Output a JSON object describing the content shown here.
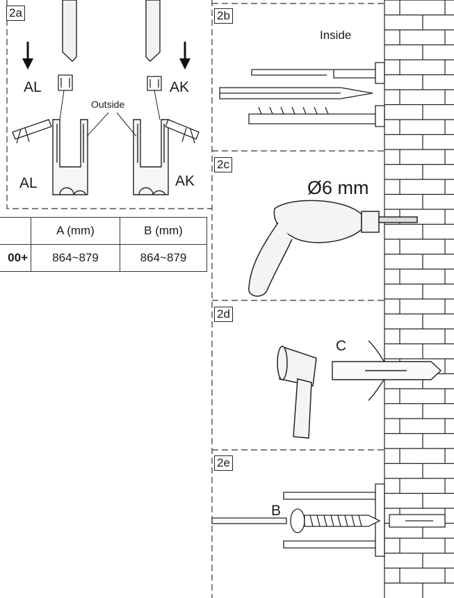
{
  "panels": {
    "p2a": {
      "tag": "2a",
      "label_left_clip": "AL",
      "label_right_clip": "AK",
      "label_outside": "Outside",
      "label_left_bracket": "AL",
      "label_right_bracket": "AK"
    },
    "p2b": {
      "tag": "2b",
      "label_inside": "Inside"
    },
    "p2c": {
      "tag": "2c",
      "drill_size": "Ø6 mm"
    },
    "p2d": {
      "tag": "2d",
      "label_anchor": "C"
    },
    "p2e": {
      "tag": "2e",
      "label_screw": "B"
    }
  },
  "table": {
    "headers": [
      "",
      "A (mm)",
      "B (mm)"
    ],
    "rows": [
      [
        "00+",
        "864~879",
        "864~879"
      ]
    ]
  },
  "icons": [
    "arrow-down-icon",
    "clip-icon",
    "caulk-gun-icon",
    "drill-icon",
    "hammer-icon",
    "wall-plug-icon",
    "screw-icon",
    "screwdriver-icon",
    "pencil-icon",
    "brick-wall-icon"
  ]
}
